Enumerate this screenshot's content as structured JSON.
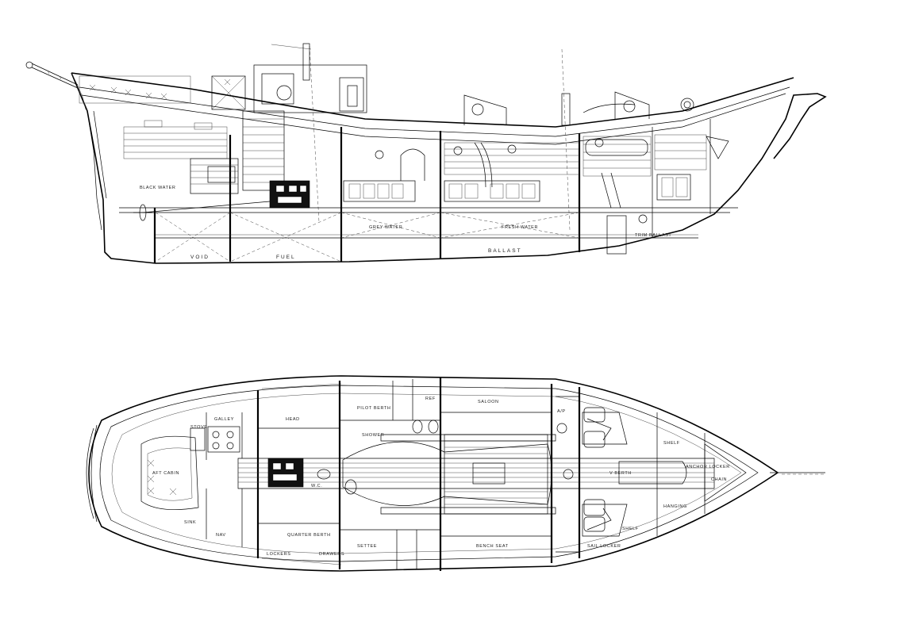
{
  "profile": {
    "labels": {
      "void": "VOID",
      "fuel": "FUEL",
      "ballast": "BALLAST",
      "black_water": "BLACK WATER",
      "grey_water": "GREY WATER",
      "fresh_water": "FRESH WATER",
      "trim_ballast": "TRIM BALLAST"
    }
  },
  "plan": {
    "labels": {
      "aft_cabin": "AFT CABIN",
      "galley": "GALLEY",
      "nav": "NAV",
      "head": "HEAD",
      "saloon": "SALOON",
      "settee": "SETTEE",
      "bench_seat": "BENCH SEAT",
      "v_berth": "V BERTH",
      "shelf": "SHELF",
      "anchor_locker": "ANCHOR LOCKER",
      "chain": "CHAIN",
      "lockers": "LOCKERS",
      "hanging": "HANGING",
      "drawers": "DRAWERS",
      "quarter_berth": "QUARTER BERTH",
      "stove": "STOVE",
      "sink": "SINK",
      "shower": "SHOWER",
      "ref": "REF",
      "pilot_berth": "PILOT BERTH",
      "wc": "W.C.",
      "shelf_2": "SHELF",
      "ap": "A/P",
      "sail_locker": "SAIL LOCKER"
    }
  }
}
